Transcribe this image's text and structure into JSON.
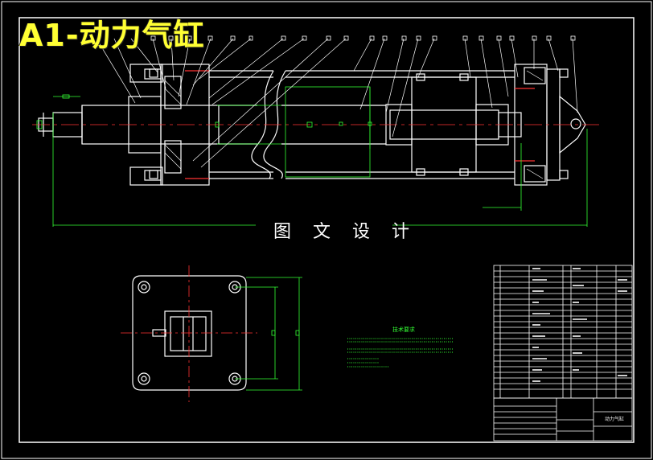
{
  "drawing": {
    "title": "A1-动力气缸",
    "caption": "图 文 设 计",
    "requirements_title": "技术要求",
    "title_block_name": "动力气缸"
  },
  "colors": {
    "background": "#000000",
    "outline": "#ffffff",
    "dimension": "#33ff33",
    "centerline": "#ff3333",
    "leader": "#ffffff",
    "balloon": "#ffffff",
    "title": "#ffff33"
  }
}
